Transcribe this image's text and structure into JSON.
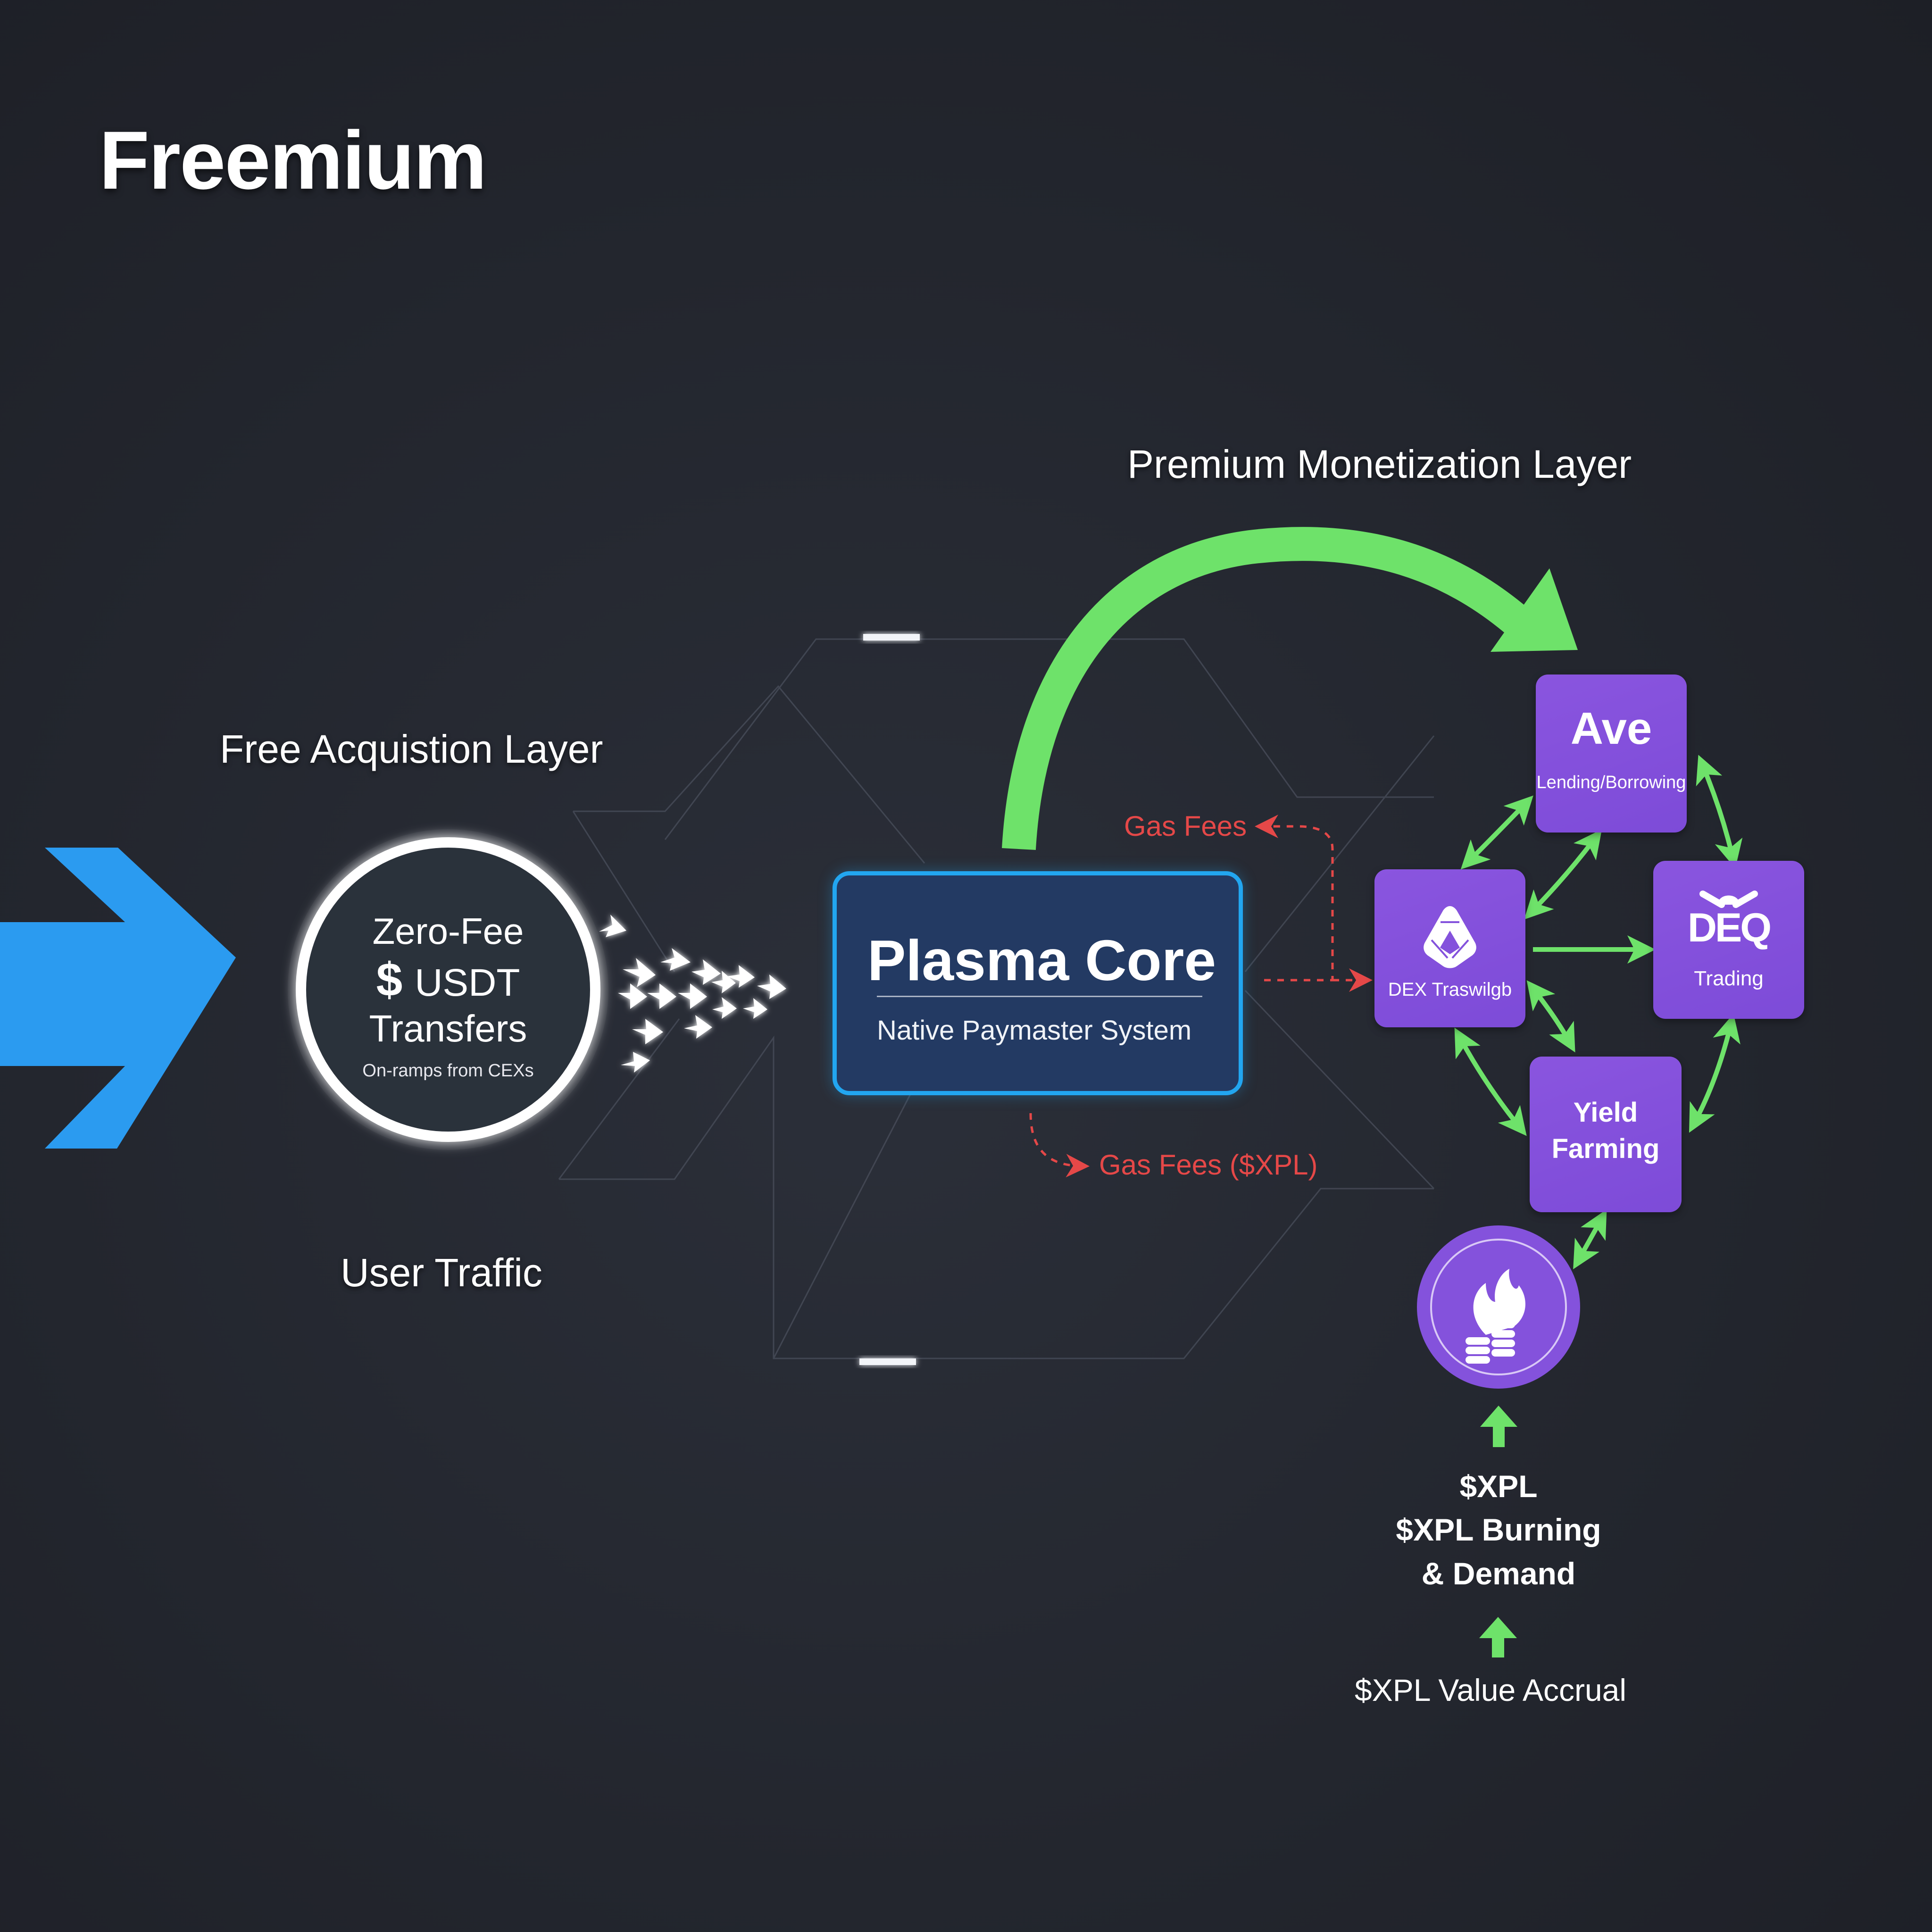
{
  "title": "Freemium",
  "labels": {
    "free_layer": "Free Acquistion Layer",
    "premium_layer": "Premium Monetization Layer",
    "user_traffic": "User Traffic"
  },
  "acquisition_circle": {
    "line1": "Zero-Fee",
    "dollar_icon": "$",
    "line2": "USDT",
    "line3": "Transfers",
    "line4": "On-ramps from CEXs"
  },
  "core": {
    "title": "Plasma Core",
    "subtitle": "Native Paymaster System"
  },
  "fees": {
    "upper": "Gas Fees",
    "lower": "Gas Fees ($XPL)"
  },
  "dapps": {
    "lending": {
      "name": "Ave",
      "label": "Lending/Borrowing"
    },
    "dex": {
      "icon": "dex-logo-icon",
      "label": "DEX Traswilgb"
    },
    "trading": {
      "icon": "dex-trading-icon",
      "icon_text": "DEQ",
      "label": "Trading"
    },
    "yield": {
      "line1": "Yield",
      "line2": "Farming"
    },
    "burn": {
      "icon": "fire-coins-icon"
    }
  },
  "value_chain": {
    "line1": "$XPL",
    "line2": "$XPL Burning",
    "line3": "& Demand",
    "accrual": "$XPL Value Accrual"
  },
  "colors": {
    "background": "#23262e",
    "blue_arrow": "#2b9bf0",
    "core_fill": "#233a63",
    "core_border": "#22a6f0",
    "green": "#6ee26a",
    "fee_red": "#e54848",
    "purple": "#8452dc"
  }
}
